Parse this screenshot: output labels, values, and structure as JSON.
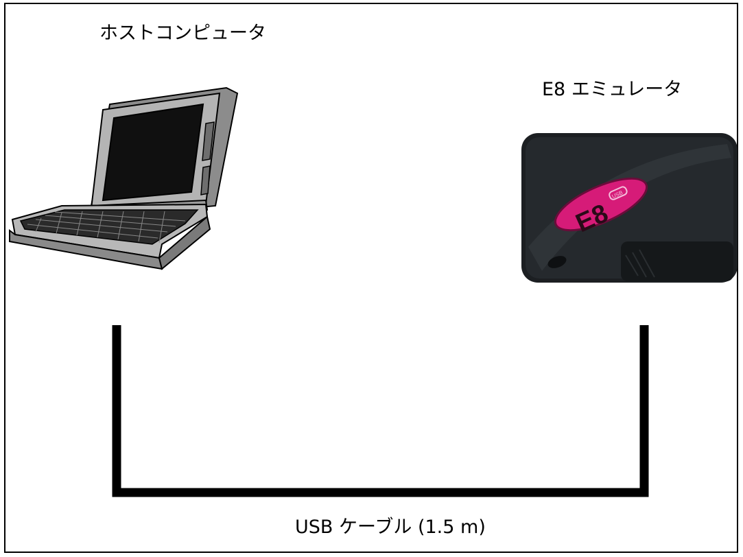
{
  "labels": {
    "host": "ホストコンピュータ",
    "emulator": "E8 エミュレータ",
    "cable": "USB ケーブル (1.5 m)"
  },
  "emulator_badge": {
    "brand": "E8",
    "usb": "USB"
  },
  "colors": {
    "line": "#000000",
    "laptop_body": "#a8a8a8",
    "laptop_screen": "#111111",
    "emulator_body": "#1c1f22",
    "emulator_accent": "#d61b78"
  }
}
